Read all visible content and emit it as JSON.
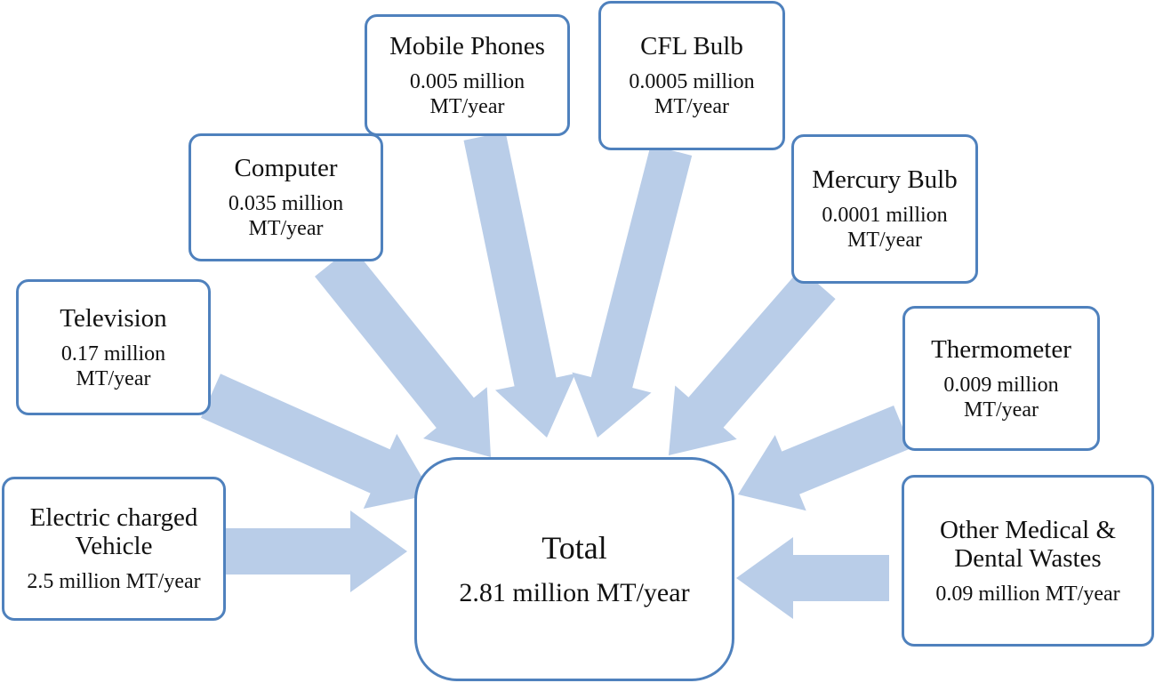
{
  "colors": {
    "box_border": "#4f81bd",
    "arrow_fill": "#b9cde8"
  },
  "center": {
    "title": "Total",
    "value": "2.81 million MT/year"
  },
  "sources": {
    "ev": {
      "title": "Electric charged Vehicle",
      "value": "2.5 million MT/year"
    },
    "tv": {
      "title": "Television",
      "value": "0.17 million MT/year"
    },
    "computer": {
      "title": "Computer",
      "value": "0.035 million MT/year"
    },
    "mobile": {
      "title": "Mobile Phones",
      "value": "0.005 million MT/year"
    },
    "cfl": {
      "title": "CFL Bulb",
      "value": "0.0005 million MT/year"
    },
    "mercury": {
      "title": "Mercury Bulb",
      "value": "0.0001 million MT/year"
    },
    "thermo": {
      "title": "Thermometer",
      "value": "0.009 million MT/year"
    },
    "medical": {
      "title": "Other Medical & Dental Wastes",
      "value": "0.09 million MT/year"
    }
  }
}
